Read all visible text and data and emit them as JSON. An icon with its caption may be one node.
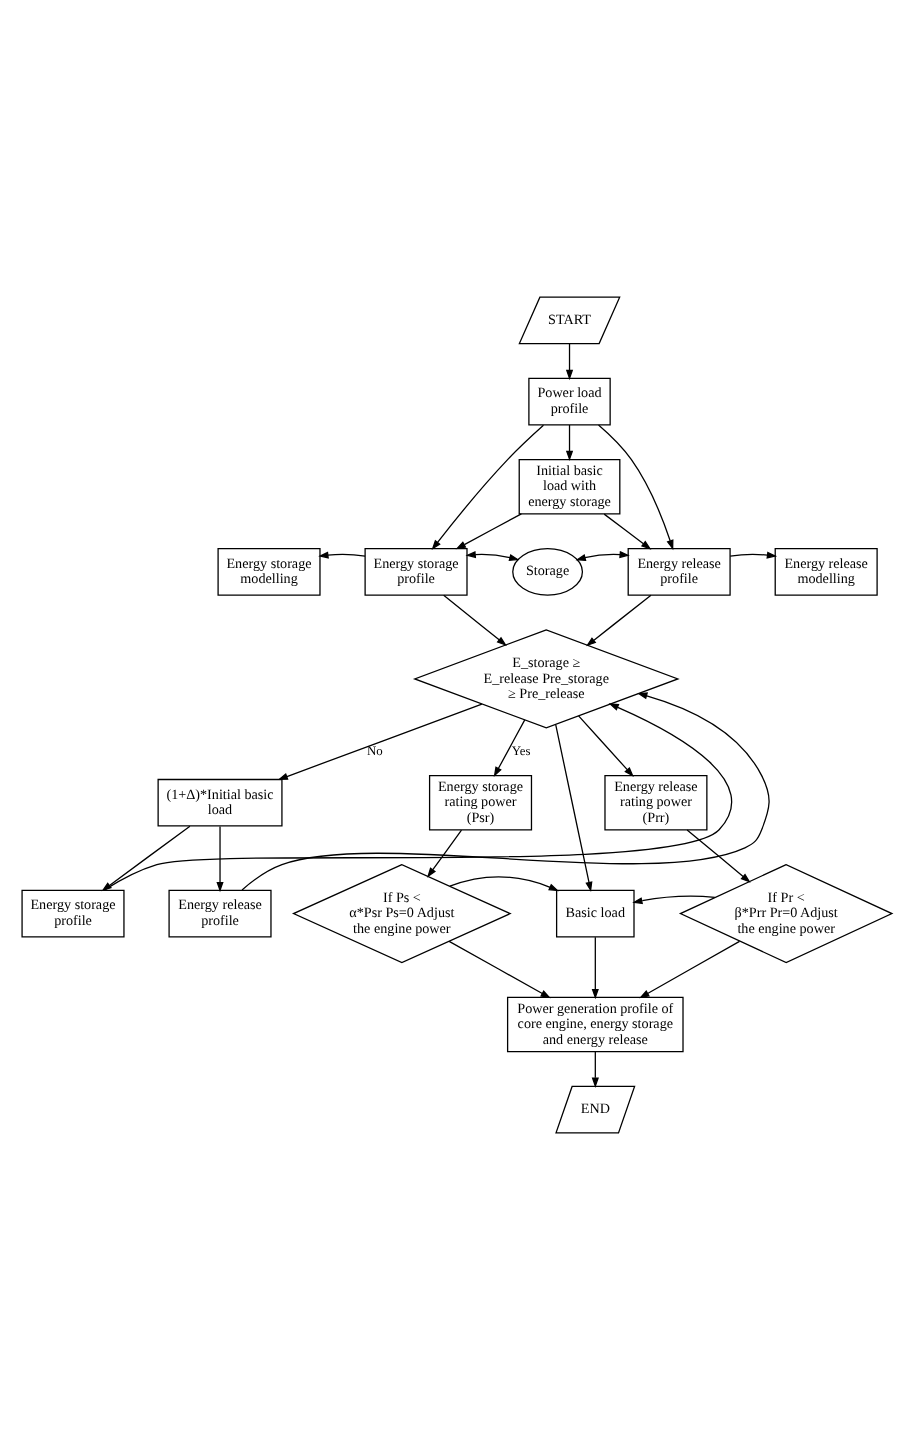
{
  "diagram": {
    "nodes": [
      {
        "text": [
          "START"
        ]
      },
      {
        "text": [
          "Power load profile"
        ]
      },
      {
        "text": [
          "Initial basic load with energy storage"
        ]
      },
      {
        "text": [
          "Energy storage modelling"
        ]
      },
      {
        "text": [
          "Energy storage profile"
        ]
      },
      {
        "text": [
          "Storage"
        ]
      },
      {
        "text": [
          "Energy release profile"
        ]
      },
      {
        "text": [
          "Energy release modelling"
        ]
      },
      {
        "text": [
          "E_storage ≥ E_release Pre_storage ≥ Pre_release"
        ]
      },
      {
        "text": [
          "(1+Δ)*Initial basic load"
        ]
      },
      {
        "text": [
          "Energy storage profile"
        ]
      },
      {
        "text": [
          "Energy release profile"
        ]
      },
      {
        "text": [
          "Energy storage rating power (Psr)"
        ]
      },
      {
        "text": [
          "Energy release rating power (Prr)"
        ]
      },
      {
        "text": [
          "Basic load"
        ]
      },
      {
        "text": [
          "If Ps < α*Psr Ps=0 Adjust the engine power"
        ]
      },
      {
        "text": [
          "If Pr < β*Prr Pr=0 Adjust the engine power"
        ]
      },
      {
        "text": [
          "Power generation profile of core engine, energy storage and energy release"
        ]
      },
      {
        "text": [
          "END"
        ]
      }
    ],
    "edges": [
      {
        "from": 0,
        "to": 1,
        "arrow": "to"
      },
      {
        "from": 1,
        "to": 2,
        "arrow": "to"
      },
      {
        "from": 1,
        "to": 4,
        "arrow": "to"
      },
      {
        "from": 2,
        "to": 4,
        "arrow": "to"
      },
      {
        "from": 1,
        "to": 6,
        "arrow": "to"
      },
      {
        "from": 2,
        "to": 6,
        "arrow": "to"
      },
      {
        "from": 4,
        "to": 3,
        "arrow": "to"
      },
      {
        "from": 5,
        "to": 4,
        "arrow": "both"
      },
      {
        "from": 5,
        "to": 6,
        "arrow": "both"
      },
      {
        "from": 6,
        "to": 7,
        "arrow": "to"
      },
      {
        "from": 4,
        "to": 8,
        "arrow": "to"
      },
      {
        "from": 6,
        "to": 8,
        "arrow": "to"
      },
      {
        "from": 8,
        "to": 9,
        "arrow": "to",
        "label": "No"
      },
      {
        "from": 9,
        "to": 10,
        "arrow": "to"
      },
      {
        "from": 9,
        "to": 11,
        "arrow": "to"
      },
      {
        "from": 10,
        "to": 8,
        "arrow": "to"
      },
      {
        "from": 11,
        "to": 8,
        "arrow": "to"
      },
      {
        "from": 8,
        "to": 12,
        "arrow": "to",
        "label": "Yes"
      },
      {
        "from": 8,
        "to": 14,
        "arrow": "to"
      },
      {
        "from": 8,
        "to": 13,
        "arrow": "to"
      },
      {
        "from": 12,
        "to": 15,
        "arrow": "to"
      },
      {
        "from": 13,
        "to": 16,
        "arrow": "to"
      },
      {
        "from": 15,
        "to": 14,
        "arrow": "to"
      },
      {
        "from": 16,
        "to": 14,
        "arrow": "to"
      },
      {
        "from": 14,
        "to": 17,
        "arrow": "to"
      },
      {
        "from": 15,
        "to": 17,
        "arrow": "to"
      },
      {
        "from": 16,
        "to": 17,
        "arrow": "to"
      },
      {
        "from": 17,
        "to": 18,
        "arrow": "to"
      }
    ]
  }
}
